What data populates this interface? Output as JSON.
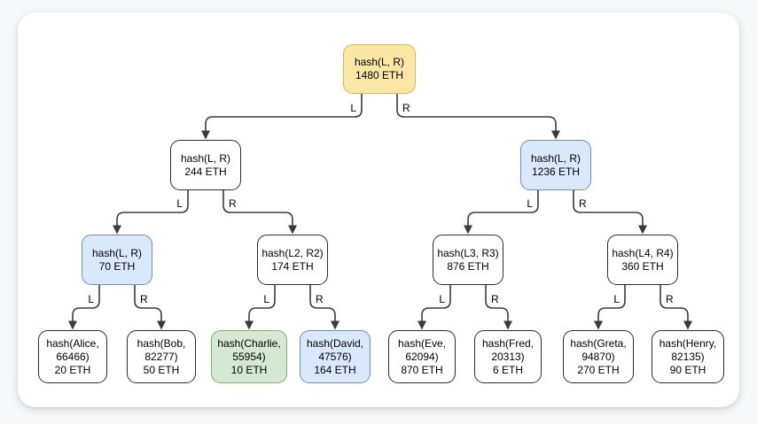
{
  "diagram": {
    "kind": "merkle-tree-of-eth-balances",
    "left_branch_label": "L",
    "right_branch_label": "R"
  },
  "palette": {
    "page_bg": "#f7f8fa",
    "card_bg": "#ffffff",
    "edge": "#3b3b3b",
    "text": "#000000",
    "yellow": {
      "fill": "#fae7a6",
      "border": "#d6b656"
    },
    "blue": {
      "fill": "#dae8fc",
      "border": "#6c8ebf"
    },
    "green": {
      "fill": "#d5e8d4",
      "border": "#82b366"
    },
    "white": {
      "fill": "#ffffff",
      "border": "#2d2d2d"
    }
  },
  "nodes": [
    {
      "id": "root",
      "label": "hash(L, R)",
      "amount": "1480 ETH",
      "color": "yellow"
    },
    {
      "id": "branch-l",
      "label": "hash(L, R)",
      "amount": "244 ETH",
      "color": "white"
    },
    {
      "id": "branch-r",
      "label": "hash(L, R)",
      "amount": "1236 ETH",
      "color": "blue"
    },
    {
      "id": "branch-ll",
      "label": "hash(L, R)",
      "amount": "70 ETH",
      "color": "blue"
    },
    {
      "id": "branch-lr",
      "label": "hash(L2, R2)",
      "amount": "174 ETH",
      "color": "white"
    },
    {
      "id": "branch-rl",
      "label": "hash(L3, R3)",
      "amount": "876 ETH",
      "color": "white"
    },
    {
      "id": "branch-rr",
      "label": "hash(L4, R4)",
      "amount": "360 ETH",
      "color": "white"
    },
    {
      "id": "leaf-alice",
      "label": "hash(Alice, 66466)",
      "amount": "20 ETH",
      "color": "white"
    },
    {
      "id": "leaf-bob",
      "label": "hash(Bob, 82277)",
      "amount": "50 ETH",
      "color": "white"
    },
    {
      "id": "leaf-charlie",
      "label": "hash(Charlie, 55954)",
      "amount": "10 ETH",
      "color": "green"
    },
    {
      "id": "leaf-david",
      "label": "hash(David, 47576)",
      "amount": "164 ETH",
      "color": "blue"
    },
    {
      "id": "leaf-eve",
      "label": "hash(Eve, 62094)",
      "amount": "870 ETH",
      "color": "white"
    },
    {
      "id": "leaf-fred",
      "label": "hash(Fred, 20313)",
      "amount": "6 ETH",
      "color": "white"
    },
    {
      "id": "leaf-greta",
      "label": "hash(Greta, 94870)",
      "amount": "270 ETH",
      "color": "white"
    },
    {
      "id": "leaf-henry",
      "label": "hash(Henry, 82135)",
      "amount": "90 ETH",
      "color": "white"
    }
  ],
  "edges": [
    {
      "from": "root",
      "to": "branch-l",
      "label": "L"
    },
    {
      "from": "root",
      "to": "branch-r",
      "label": "R"
    },
    {
      "from": "branch-l",
      "to": "branch-ll",
      "label": "L"
    },
    {
      "from": "branch-l",
      "to": "branch-lr",
      "label": "R"
    },
    {
      "from": "branch-r",
      "to": "branch-rl",
      "label": "L"
    },
    {
      "from": "branch-r",
      "to": "branch-rr",
      "label": "R"
    },
    {
      "from": "branch-ll",
      "to": "leaf-alice",
      "label": "L"
    },
    {
      "from": "branch-ll",
      "to": "leaf-bob",
      "label": "R"
    },
    {
      "from": "branch-lr",
      "to": "leaf-charlie",
      "label": "L"
    },
    {
      "from": "branch-lr",
      "to": "leaf-david",
      "label": "R"
    },
    {
      "from": "branch-rl",
      "to": "leaf-eve",
      "label": "L"
    },
    {
      "from": "branch-rl",
      "to": "leaf-fred",
      "label": "R"
    },
    {
      "from": "branch-rr",
      "to": "leaf-greta",
      "label": "L"
    },
    {
      "from": "branch-rr",
      "to": "leaf-henry",
      "label": "R"
    }
  ]
}
